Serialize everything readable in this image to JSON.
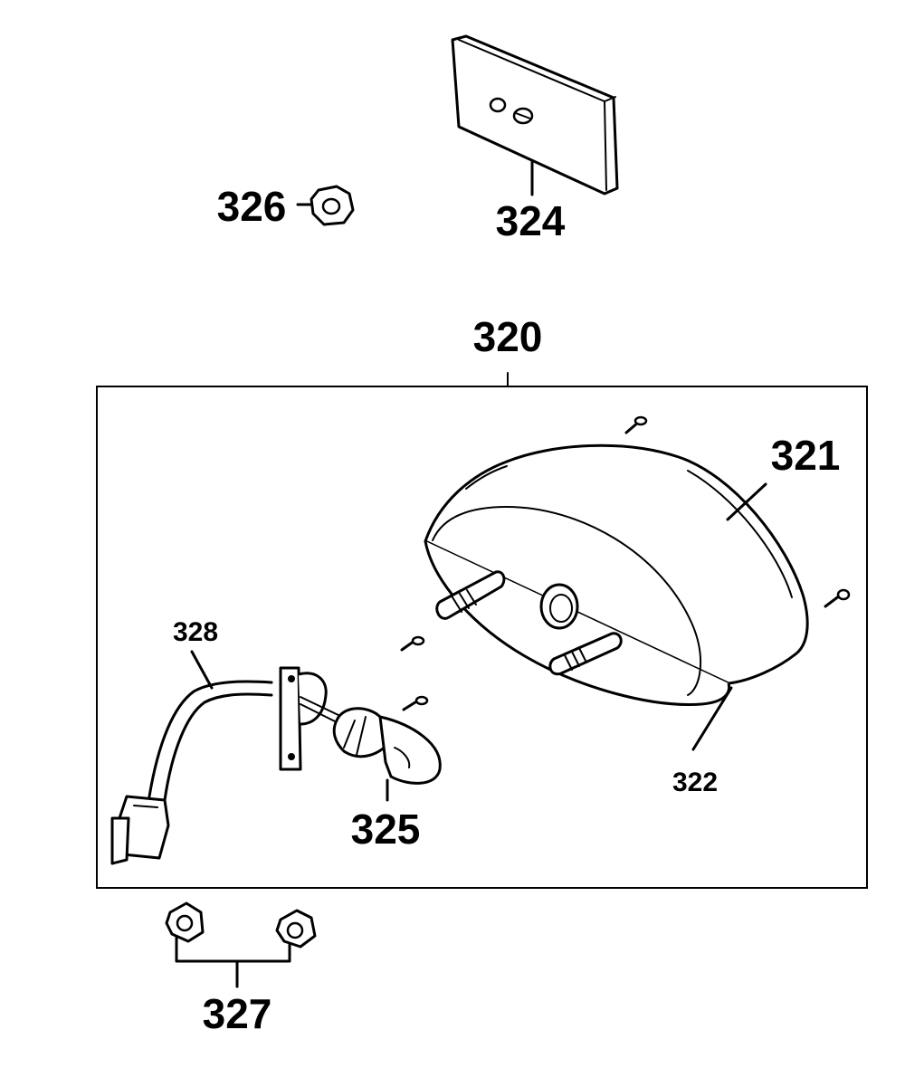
{
  "diagram": {
    "callouts": {
      "p320": "320",
      "p321": "321",
      "p322": "322",
      "p324": "324",
      "p325": "325",
      "p326": "326",
      "p327": "327",
      "p328": "328"
    }
  }
}
